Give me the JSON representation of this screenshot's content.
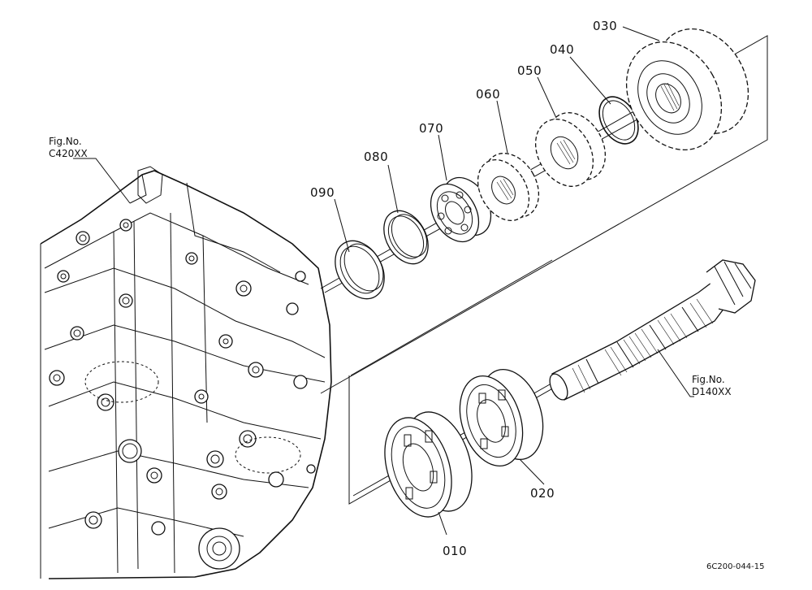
{
  "parts": [
    {
      "id": "p010",
      "number": "010"
    },
    {
      "id": "p020",
      "number": "020"
    },
    {
      "id": "p030",
      "number": "030"
    },
    {
      "id": "p040",
      "number": "040"
    },
    {
      "id": "p050",
      "number": "050"
    },
    {
      "id": "p060",
      "number": "060"
    },
    {
      "id": "p070",
      "number": "070"
    },
    {
      "id": "p080",
      "number": "080"
    },
    {
      "id": "p090",
      "number": "090"
    }
  ],
  "figure_refs": [
    {
      "label": "Fig.No.",
      "code": "C420XX"
    },
    {
      "label": "Fig.No.",
      "code": "D140XX"
    }
  ],
  "diagram_code": "6C200-044-15"
}
